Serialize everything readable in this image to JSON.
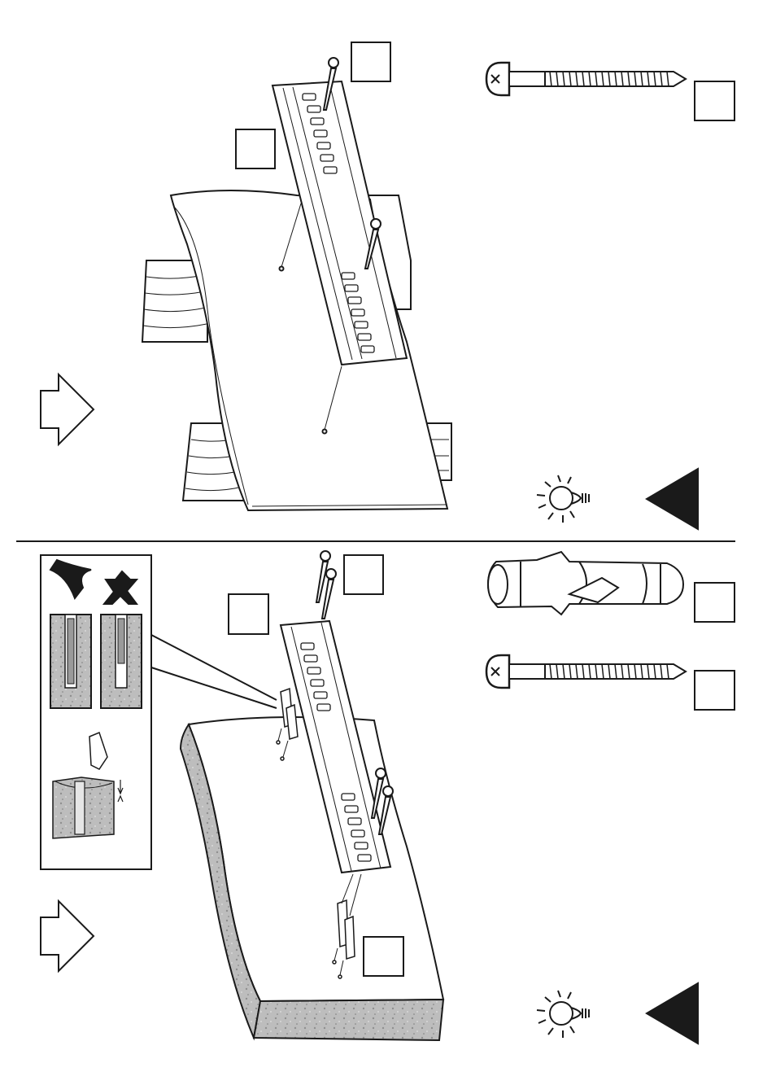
{
  "page": {
    "sections": [
      {
        "id": "wood-mounting",
        "surface": "wood",
        "step_arrow": "next-step-arrow-icon",
        "tip": "lightbulb-icon",
        "attention": "warning-triangle-icon"
      },
      {
        "id": "concrete-mounting",
        "surface": "concrete",
        "step_arrow": "next-step-arrow-icon",
        "tip": "lightbulb-icon",
        "attention": "warning-triangle-icon"
      }
    ],
    "callouts": {
      "top_screw_qty": "",
      "top_rail_qty": "",
      "top_screw_part": "",
      "bottom_screw_qty": "",
      "bottom_rail_qty": "",
      "bottom_plug_part": "",
      "bottom_screw_part": "",
      "bottom_plug_qty": ""
    },
    "colors": {
      "line": "#1a1a1a",
      "concrete": "#b9b9b9",
      "triangle": "#1a1a1a"
    }
  }
}
